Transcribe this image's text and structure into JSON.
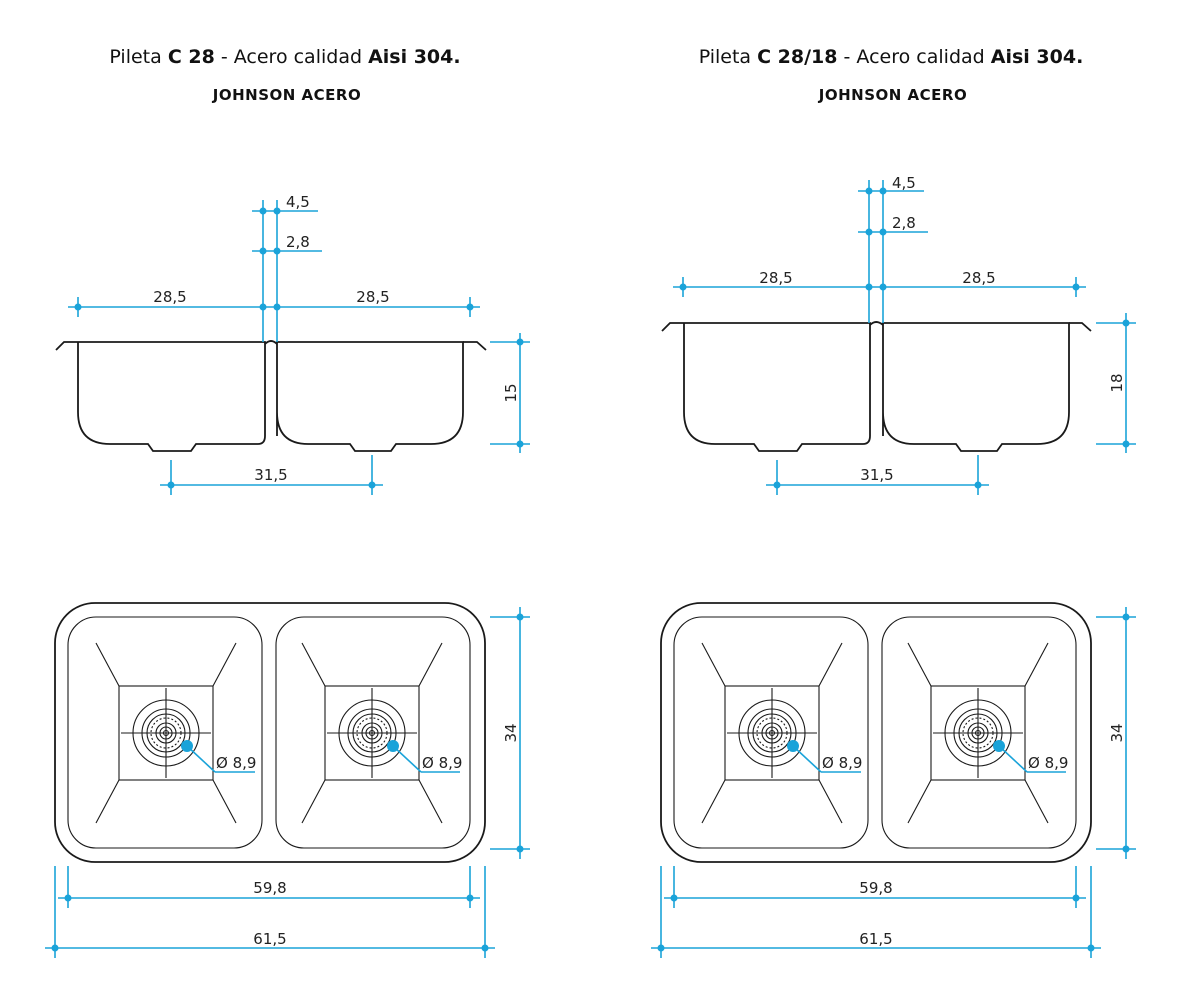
{
  "left": {
    "title_prefix": "Pileta ",
    "title_model": "C 28",
    "title_mid": " - Acero calidad ",
    "title_material": "Aisi 304.",
    "brand": "JOHNSON ACERO",
    "dims": {
      "top_1": "4,5",
      "top_2": "2,8",
      "width_left": "28,5",
      "width_right": "28,5",
      "depth": "15",
      "drain_spacing": "31,5",
      "drain_diameter_left": "Ø 8,9",
      "drain_diameter_right": "Ø 8,9",
      "height": "34",
      "inner_width": "59,8",
      "outer_width": "61,5"
    }
  },
  "right": {
    "title_prefix": "Pileta ",
    "title_model": "C 28/18",
    "title_mid": " - Acero calidad ",
    "title_material": "Aisi 304.",
    "brand": "JOHNSON ACERO",
    "dims": {
      "top_1": "4,5",
      "top_2": "2,8",
      "width_left": "28,5",
      "width_right": "28,5",
      "depth": "18",
      "drain_spacing": "31,5",
      "drain_diameter_left": "Ø 8,9",
      "drain_diameter_right": "Ø 8,9",
      "height": "34",
      "inner_width": "59,8",
      "outer_width": "61,5"
    }
  }
}
